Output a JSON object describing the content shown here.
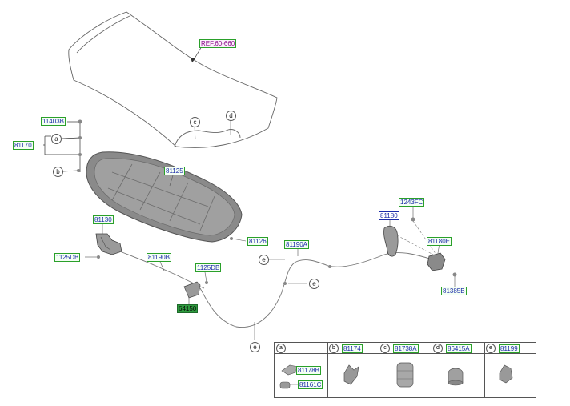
{
  "labels": {
    "ref": "REF.60-660",
    "p11403b": "11403B",
    "p81170": "81170",
    "p81125": "81125",
    "p81130": "81130",
    "p1125db_left": "1125DB",
    "p81190b": "81190B",
    "p1125db_mid": "1125DB",
    "p64150": "64150",
    "p81126": "81126",
    "p81190a": "81190A",
    "p1243fc": "1243FC",
    "p81180": "81180",
    "p81180e": "81180E",
    "p81385b": "81385B",
    "p81178b": "81178B",
    "p81161c": "81161C"
  },
  "callouts": {
    "a": "a",
    "b": "b",
    "c": "c",
    "d": "d",
    "e": "e"
  },
  "table": {
    "cells": [
      {
        "key": "a",
        "part": ""
      },
      {
        "key": "b",
        "part": "81174"
      },
      {
        "key": "c",
        "part": "81738A"
      },
      {
        "key": "d",
        "part": "86415A"
      },
      {
        "key": "e",
        "part": "81199"
      }
    ]
  },
  "colors": {
    "label_border": "#2aa02a",
    "label_text": "#1a2aa8",
    "ref_text": "#8a0a8a",
    "filled_label": "#2e9a3e",
    "line": "#555555"
  }
}
